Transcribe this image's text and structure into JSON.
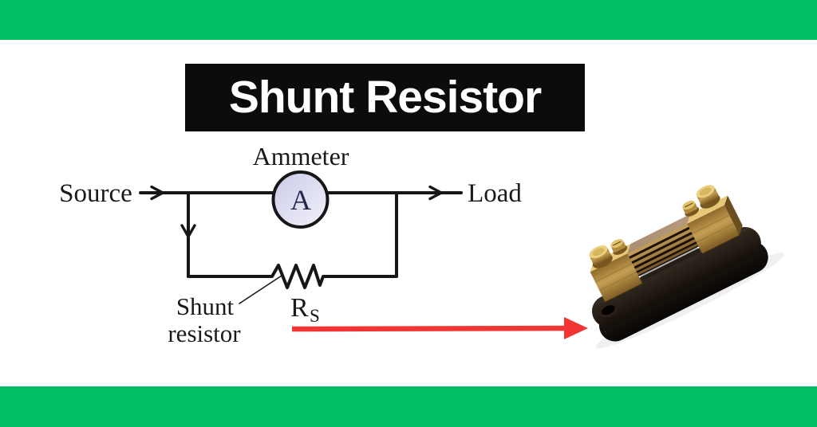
{
  "bars": {
    "top_color": "#00bf63",
    "bottom_color": "#00bf63"
  },
  "banner": {
    "title": "Shunt Resistor",
    "bg_color": "#0c0c0c",
    "text_color": "#ffffff"
  },
  "diagram": {
    "labels": {
      "ammeter": "Ammeter",
      "source": "Source",
      "load": "Load",
      "meter_letter": "A",
      "shunt_label_line1": "Shunt",
      "shunt_label_line2": "resistor",
      "resistor_symbol_main": "R",
      "resistor_symbol_sub": "S"
    },
    "colors": {
      "wire": "#161616",
      "text": "#1a1a1a",
      "meter_fill_dark": "#c9c9e8",
      "meter_fill_light": "#f3f3fc",
      "meter_letter": "#26264f",
      "red_arrow": "#f23434"
    }
  },
  "photo": {
    "alt": "Brass shunt resistor component on black oval base",
    "colors": {
      "base_front": "#090604",
      "base_top": "#362c23",
      "brass_mid": "#c49e52",
      "brass_top": "#e6c878",
      "brass_shade": "#6b4e1e",
      "strip_sheet": "#b79a7e",
      "laminate_dark": "#1a1006"
    }
  }
}
